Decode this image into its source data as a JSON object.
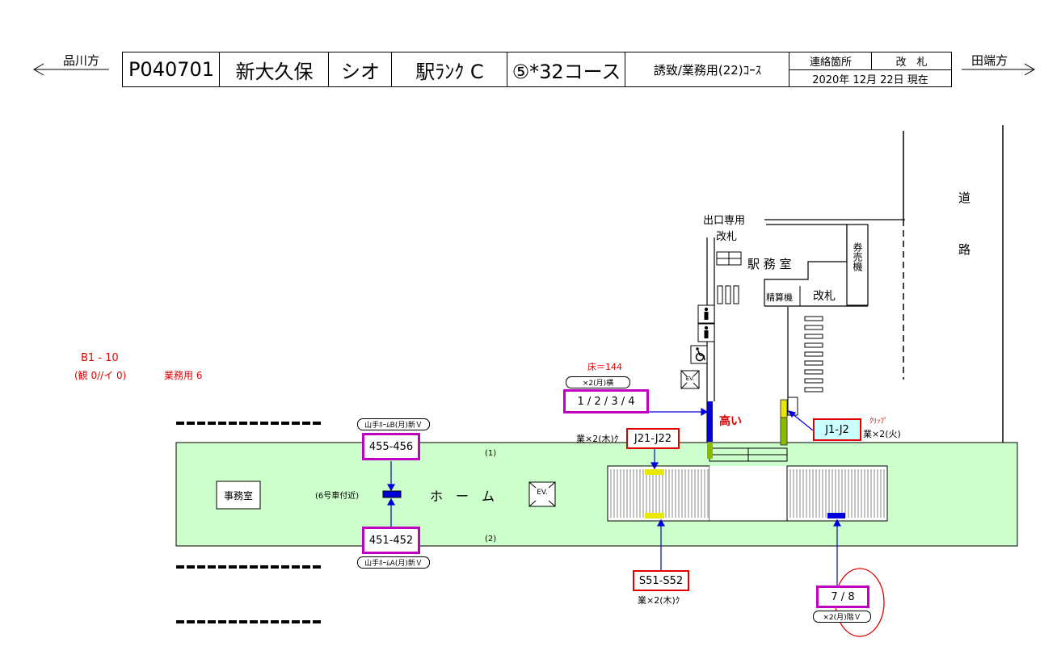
{
  "header": {
    "left_direction": "品川方",
    "right_direction": "田端方",
    "code": "P040701",
    "station": "新大久保",
    "abbr": "シオ",
    "rank": "駅ﾗﾝｸ C",
    "course": "⑤*32コース",
    "usage": "誘致/業務用(22)ｺｰｽ",
    "contact_label": "連絡箇所",
    "contact_value": "改　札",
    "date": "2020年 12月 22日 現在"
  },
  "summary": {
    "line1": "B1 -  10",
    "line2": "(観 0//イ 0)",
    "line3": "業務用  6"
  },
  "floor_note": "床＝144",
  "areas": {
    "platform": "ホ　ー　ム",
    "office": "事務室",
    "station_office": "駅 務 室",
    "exit_only_l1": "出口専用",
    "exit_only_l2": "改札",
    "fare_adj": "精算機",
    "gate": "改札",
    "ticket_machine": "券売機",
    "road_1": "道",
    "road_2": "路",
    "high": "高い",
    "track1": "(1)",
    "track2": "(2)",
    "car6": "(6号車付近)",
    "ev": "EV."
  },
  "boxes": {
    "b1234": "1 / 2 / 3 / 4",
    "b1234_note": "×2(月)横",
    "b455": "455-456",
    "b455_note": "山手ﾎｰﾑB(月)新Ｖ",
    "b451": "451-452",
    "b451_note": "山手ﾎｰﾑA(月)新Ｖ",
    "j21": "J21-J22",
    "j21_note": "業×2(木)ｸ",
    "j1": "J1-J2",
    "j1_note_a": "ｸﾘｯﾌﾟ",
    "j1_note_b": "業×2(火)",
    "s51": "S51-S52",
    "s51_note": "業×2(木)ｸ",
    "b78": "7 / 8",
    "b78_note": "×2(月)階Ｖ"
  }
}
